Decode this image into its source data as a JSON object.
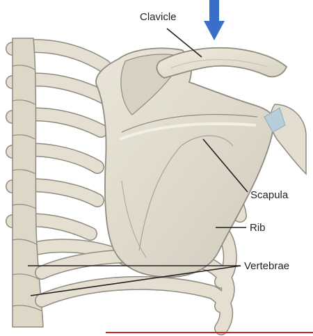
{
  "labels": {
    "clavicle": "Clavicle",
    "scapula": "Scapula",
    "rib": "Rib",
    "vertebrae": "Vertebrae"
  },
  "colors": {
    "bone_fill": "#e6e1d2",
    "bone_light": "#eeeadd",
    "bone_shadow": "#cbc6b6",
    "bone_outline": "#8f8b80",
    "cartilage": "#b7cdd9",
    "arrow": "#3a6fc9",
    "leader_line": "#231f20",
    "accent_rule": "#c8262c"
  }
}
